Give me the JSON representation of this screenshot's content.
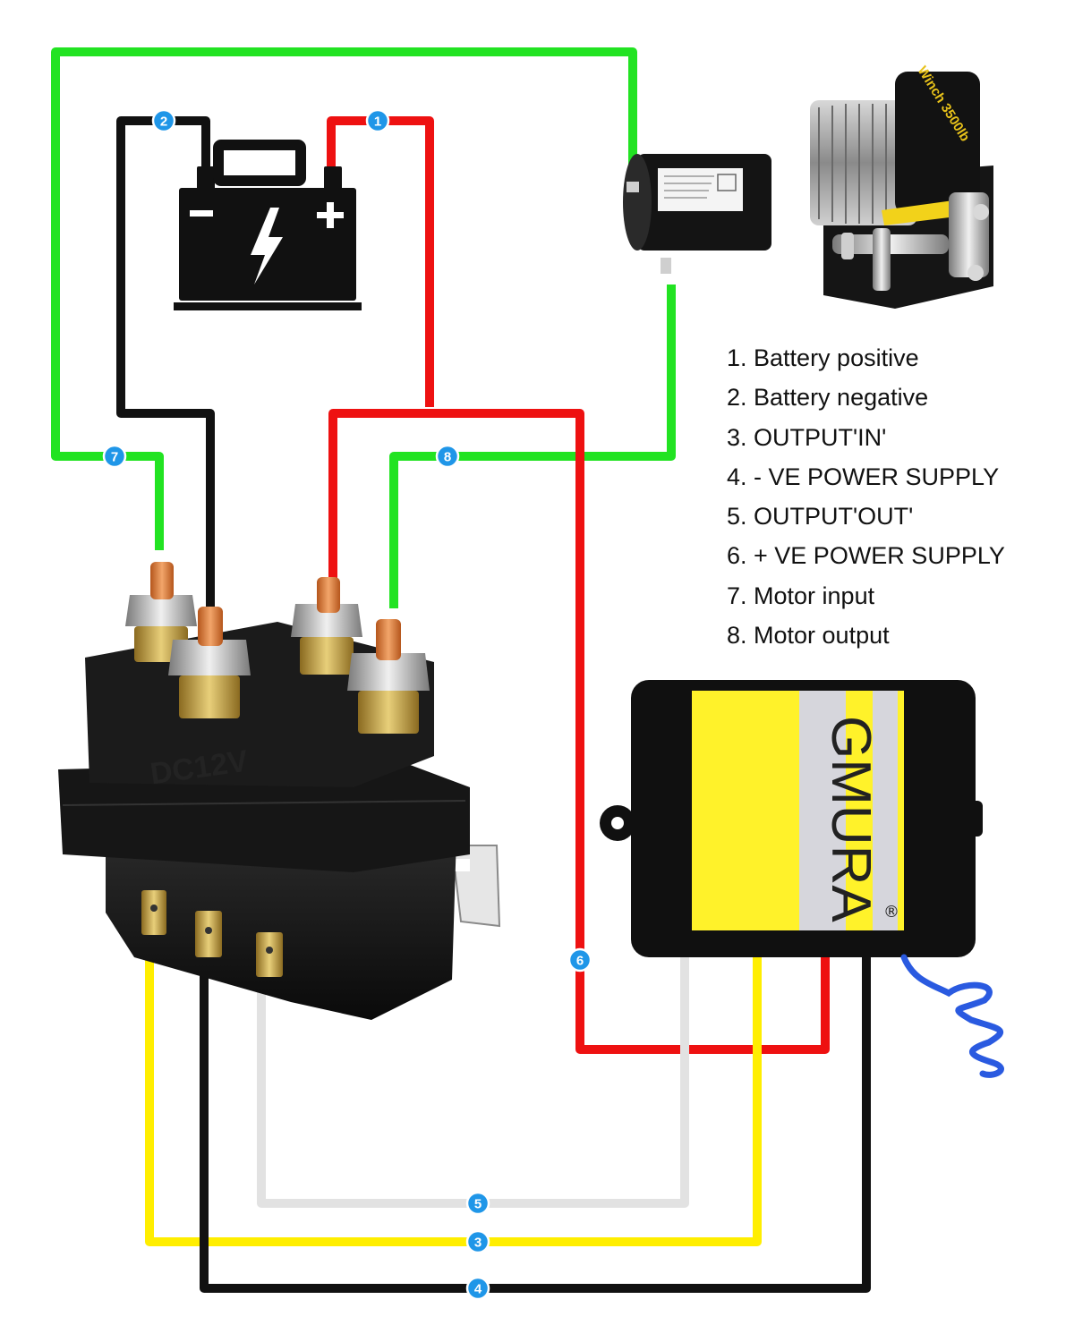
{
  "colors": {
    "green": "#22e322",
    "red": "#ee1111",
    "black": "#111111",
    "yellow": "#ffee00",
    "white": "#e2e2e2",
    "badge": "#1f96e8",
    "coil_cable": "#2a5ae0"
  },
  "winch": {
    "label": "Winch 3500lb"
  },
  "controller": {
    "brand": "GMURA",
    "trademark": "®"
  },
  "solenoid": {
    "rating": "DC12V"
  },
  "wire_badges": [
    {
      "id": "1"
    },
    {
      "id": "2"
    },
    {
      "id": "3"
    },
    {
      "id": "4"
    },
    {
      "id": "5"
    },
    {
      "id": "6"
    },
    {
      "id": "7"
    },
    {
      "id": "8"
    }
  ],
  "legend": [
    "1. Battery positive",
    "2. Battery negative",
    "3. OUTPUT'IN'",
    "4. - VE POWER SUPPLY",
    "5. OUTPUT'OUT'",
    "6. + VE POWER SUPPLY",
    "7. Motor input",
    "8. Motor output"
  ]
}
